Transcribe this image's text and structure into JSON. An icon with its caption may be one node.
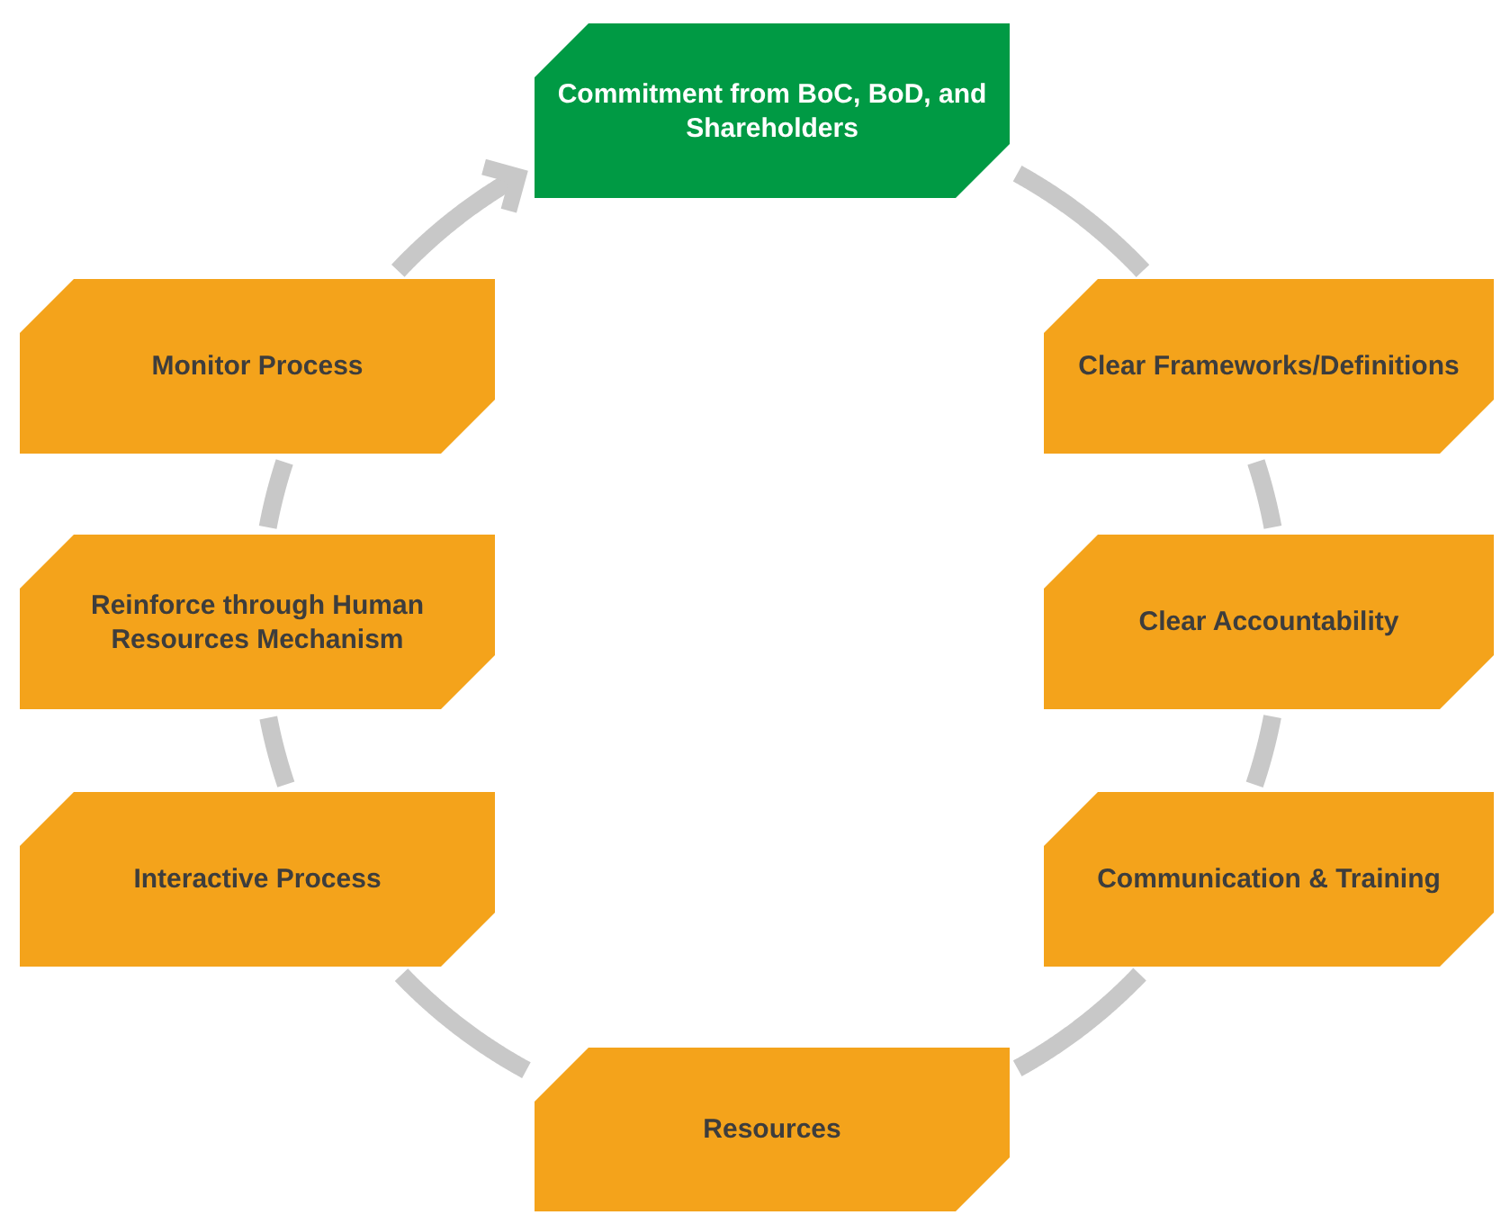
{
  "diagram": {
    "nodes": [
      {
        "text": [
          "Commitment from BoC, BoD, and Shareholders"
        ]
      },
      {
        "text": [
          "Clear Frameworks/Definitions"
        ]
      },
      {
        "text": [
          "Clear Accountability"
        ]
      },
      {
        "text": [
          "Communication & Training"
        ]
      },
      {
        "text": [
          "Resources"
        ]
      },
      {
        "text": [
          "Interactive Process"
        ]
      },
      {
        "text": [
          "Reinforce through Human Resources Mechanism"
        ]
      },
      {
        "text": [
          "Monitor Process"
        ]
      }
    ],
    "edges": [
      {
        "from": 0,
        "to": 1,
        "arrow": "none"
      },
      {
        "from": 1,
        "to": 2,
        "arrow": "none"
      },
      {
        "from": 2,
        "to": 3,
        "arrow": "none"
      },
      {
        "from": 3,
        "to": 4,
        "arrow": "none"
      },
      {
        "from": 4,
        "to": 5,
        "arrow": "none"
      },
      {
        "from": 5,
        "to": 6,
        "arrow": "none"
      },
      {
        "from": 6,
        "to": 7,
        "arrow": "none"
      },
      {
        "from": 7,
        "to": 0,
        "arrow": "to"
      }
    ]
  }
}
